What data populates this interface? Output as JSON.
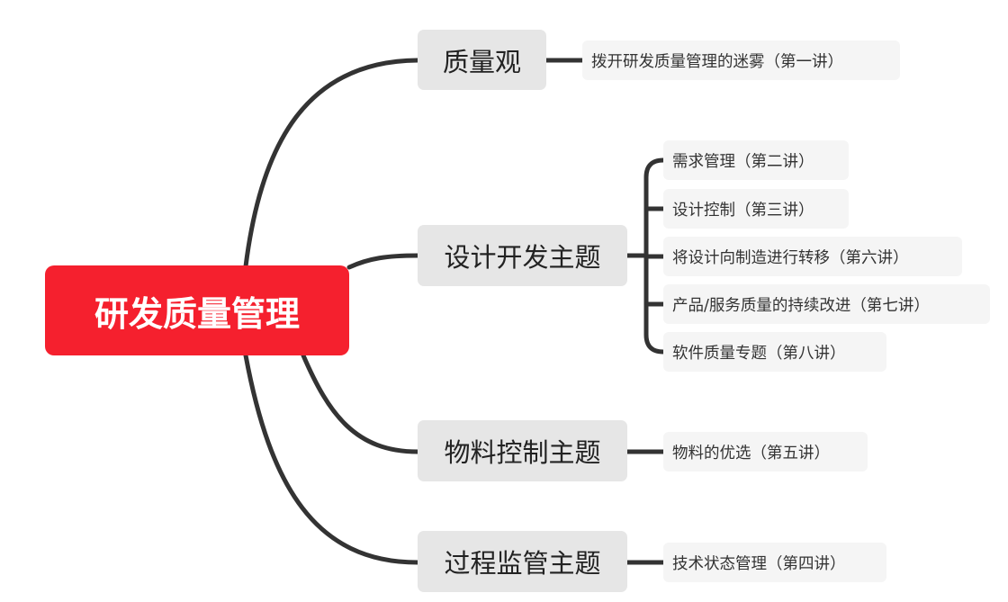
{
  "root": {
    "label": "研发质量管理"
  },
  "branches": [
    {
      "label": "质量观",
      "children": [
        "拨开研发质量管理的迷雾（第一讲）"
      ]
    },
    {
      "label": "设计开发主题",
      "children": [
        "需求管理（第二讲）",
        "设计控制（第三讲）",
        "将设计向制造进行转移（第六讲）",
        "产品/服务质量的持续改进（第七讲）",
        "软件质量专题（第八讲）"
      ]
    },
    {
      "label": "物料控制主题",
      "children": [
        "物料的优选（第五讲）"
      ]
    },
    {
      "label": "过程监管主题",
      "children": [
        "技术状态管理（第四讲）"
      ]
    }
  ],
  "colors": {
    "root_fill": "#f5202e",
    "branch_fill": "#e6e6e6",
    "leaf_fill": "#f5f5f5",
    "connector": "#333333"
  }
}
